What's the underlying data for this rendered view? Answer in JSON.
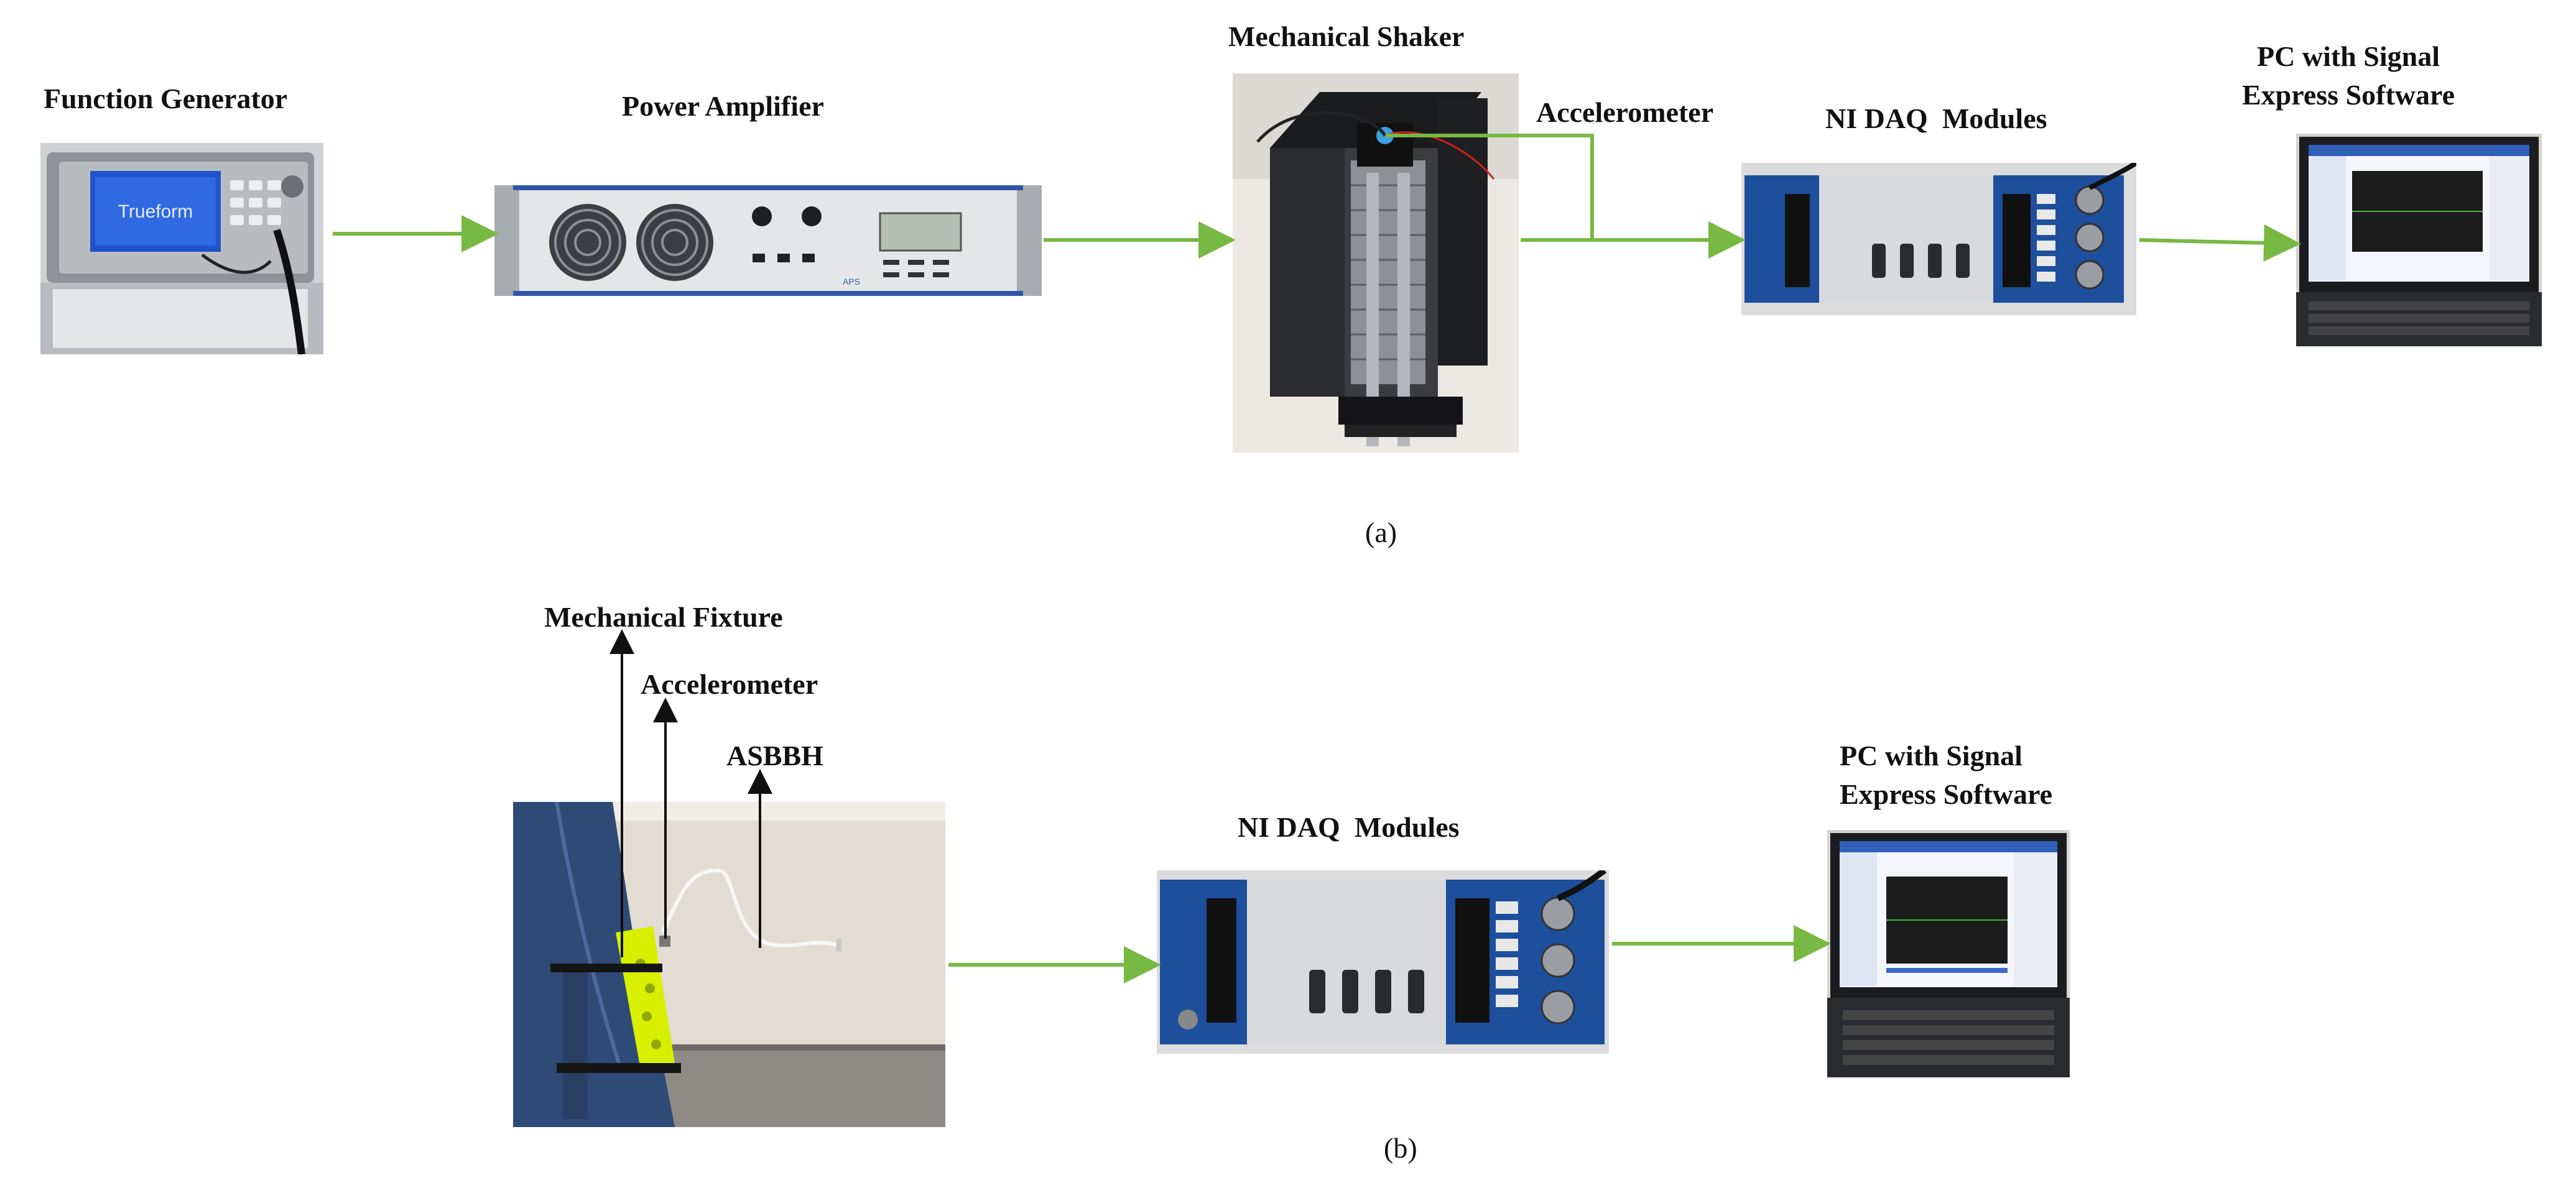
{
  "panel_a": {
    "labels": {
      "function_generator": "Function Generator",
      "power_amplifier": "Power Amplifier",
      "mechanical_shaker": "Mechanical Shaker",
      "accelerometer": "Accelerometer",
      "ni_daq": "NI DAQ  Modules",
      "pc_line1": "PC with Signal",
      "pc_line2": "Express Software"
    },
    "caption": "(a)",
    "fg_screen_text": "Trueform",
    "amp_brand": "APS"
  },
  "panel_b": {
    "labels": {
      "mechanical_fixture": "Mechanical Fixture",
      "accelerometer": "Accelerometer",
      "asbbh": "ASBBH",
      "ni_daq": "NI DAQ  Modules",
      "pc_line1": "PC with Signal",
      "pc_line2": "Express Software"
    },
    "caption": "(b)"
  },
  "colors": {
    "flow_arrow": "#78b944",
    "pointer_arrow": "#111111",
    "fixture_yellow": "#d8f000",
    "ni_blue": "#1d4f9c"
  }
}
